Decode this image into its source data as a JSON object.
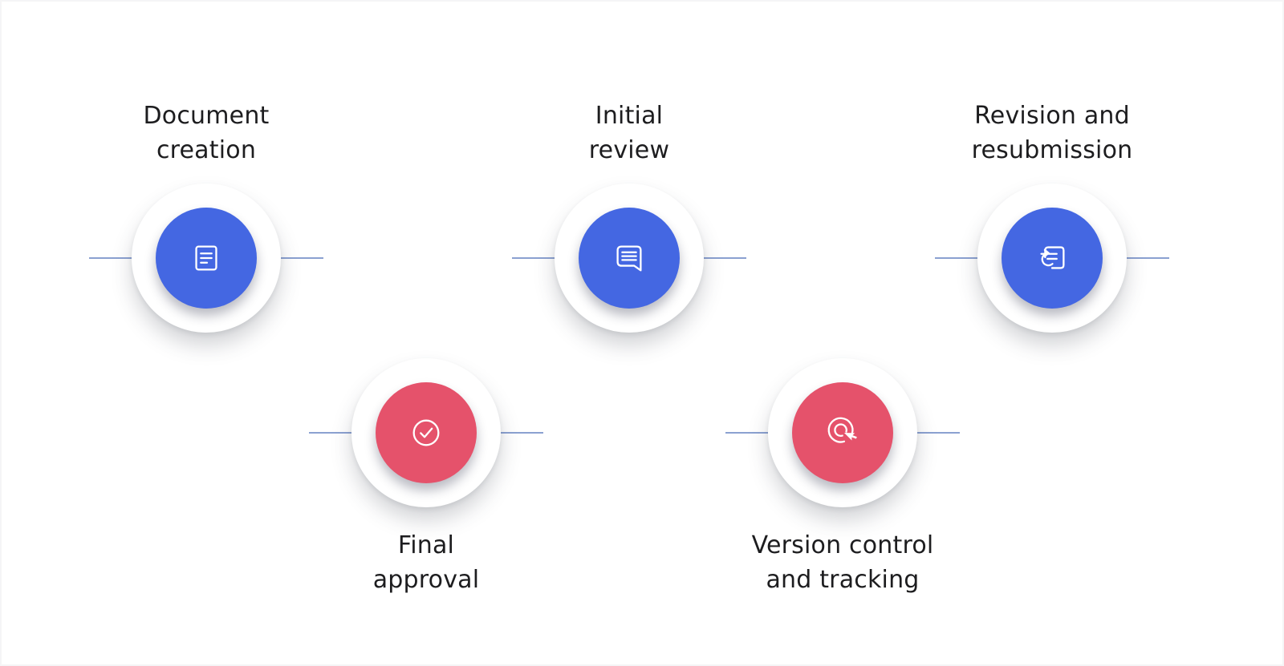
{
  "diagram": {
    "description": "Document workflow process diagram with five circular steps connected by horizontal lines",
    "background": "#ffffff"
  },
  "colors": {
    "node_blue": "#4467e2",
    "node_red": "#e5526b",
    "connector": "#8ba1d1",
    "label_text": "#1d1d1f",
    "background": "#ffffff"
  },
  "nodes": [
    {
      "id": "document-creation",
      "label_line1": "Document",
      "label_line2": "creation",
      "label_position": "top",
      "row": "top",
      "color": "#4467e2",
      "icon": "document-icon"
    },
    {
      "id": "final-approval",
      "label_line1": "Final",
      "label_line2": "approval",
      "label_position": "bottom",
      "row": "bottom",
      "color": "#e5526b",
      "icon": "check-circle-icon"
    },
    {
      "id": "initial-review",
      "label_line1": "Initial",
      "label_line2": "review",
      "label_position": "top",
      "row": "top",
      "color": "#4467e2",
      "icon": "chat-icon"
    },
    {
      "id": "version-control",
      "label_line1": "Version control",
      "label_line2": "and tracking",
      "label_position": "bottom",
      "row": "bottom",
      "color": "#e5526b",
      "icon": "click-icon"
    },
    {
      "id": "revision-resubmission",
      "label_line1": "Revision and",
      "label_line2": "resubmission",
      "label_position": "top",
      "row": "top",
      "color": "#4467e2",
      "icon": "revision-icon"
    }
  ]
}
